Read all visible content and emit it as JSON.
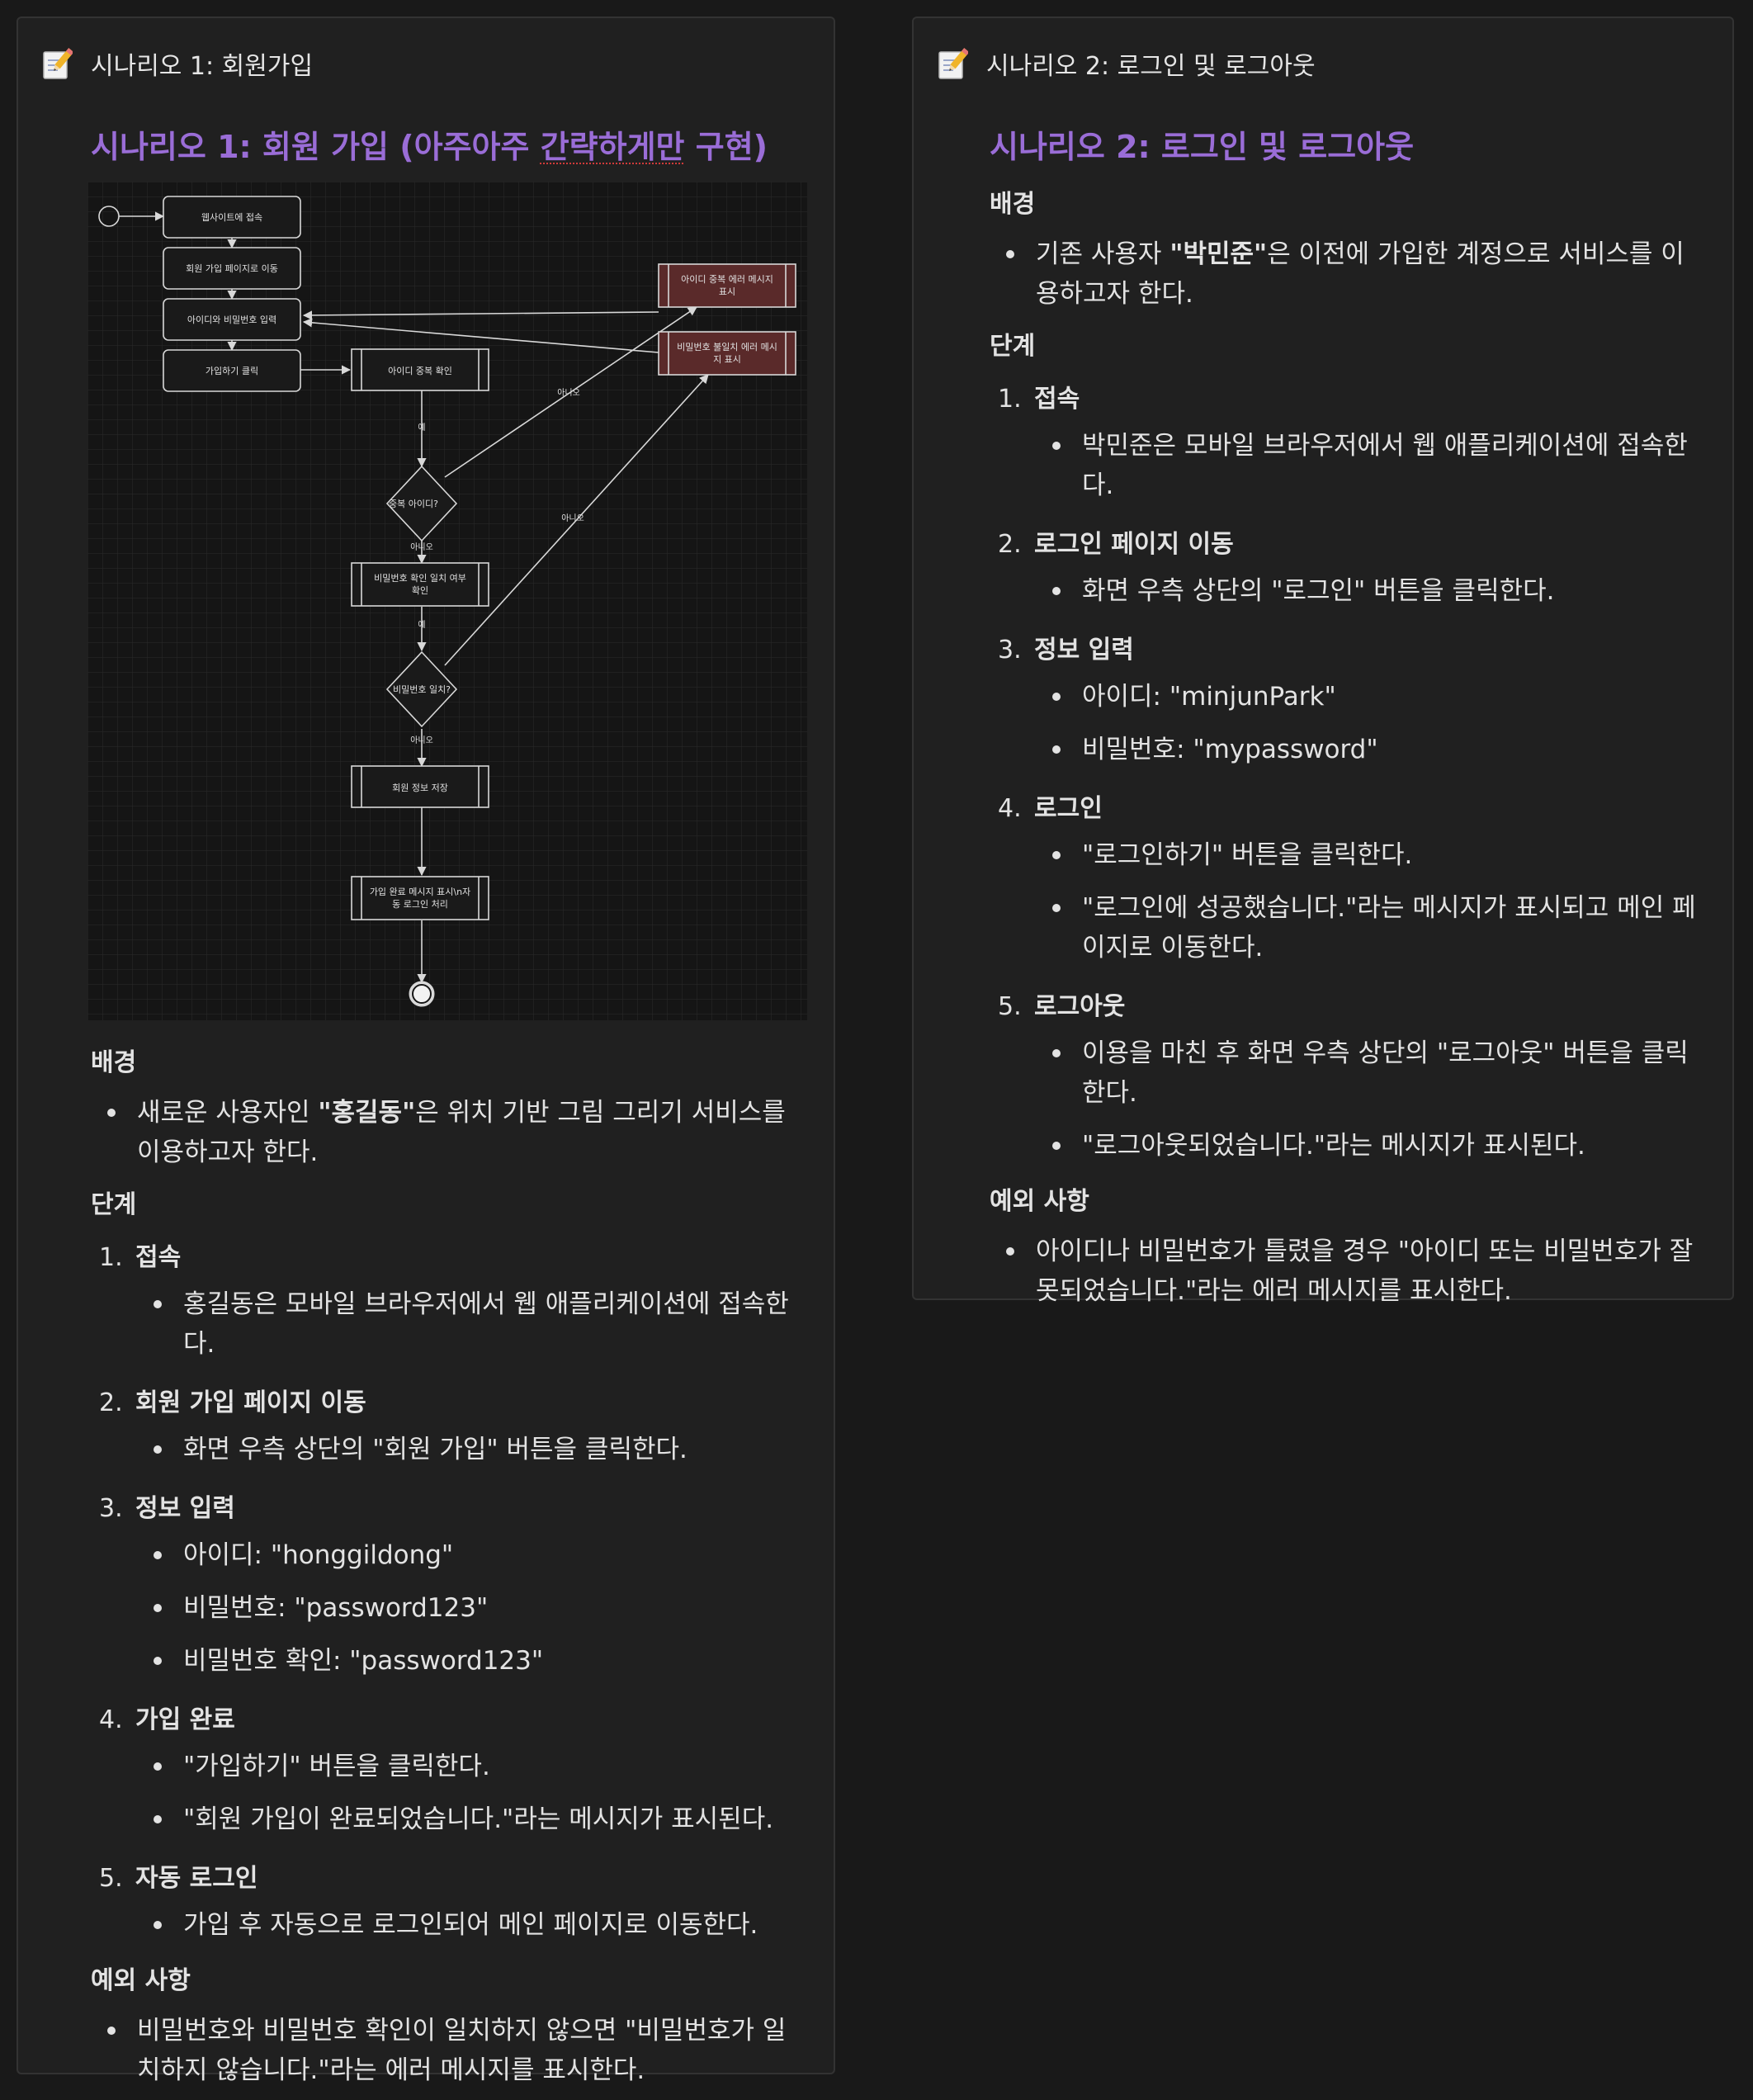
{
  "card1": {
    "header": "시나리오 1: 회원가입",
    "title": "시나리오 1: 회원 가입 (아주아주 간략하게만 구현)",
    "diagram": {
      "nodes": {
        "n1": "웹사이트에 접속",
        "n2": "회원 가입 페이지로 이동",
        "n3": "아이디와 비밀번호 입력",
        "n4": "가입하기 클릭",
        "n5": "아이디 중복 확인",
        "n6": "중복 아이디?",
        "n7": "비밀번호 확인 일치 여부 확인",
        "n8": "비밀번호 일치?",
        "n9": "회원 정보 저장",
        "n10": "가입 완료 메시지 표시\\n자동 로그인 처리",
        "e1": "아이디 중복 에러 메시지 표시",
        "e2": "비밀번호 불일치 에러 메시지 표시"
      },
      "labels": {
        "yes1": "예",
        "no1": "아니오",
        "no_dup": "아니오",
        "yes2": "예",
        "no2": "아니오",
        "no_pw": "아니오"
      }
    },
    "background_heading": "배경",
    "background_text_pre": "새로운 사용자인 ",
    "background_name": "\"홍길동\"",
    "background_text_post": "은 위치 기반 그림 그리기 서비스를 이용하고자 한다.",
    "steps_heading": "단계",
    "steps": [
      {
        "num": "1.",
        "title": "접속",
        "items": [
          "홍길동은 모바일 브라우저에서 웹 애플리케이션에 접속한다."
        ]
      },
      {
        "num": "2.",
        "title": "회원 가입 페이지 이동",
        "items": [
          "화면 우측 상단의 \"회원 가입\" 버튼을 클릭한다."
        ]
      },
      {
        "num": "3.",
        "title": "정보 입력",
        "items": [
          "아이디: \"honggildong\"",
          "비밀번호: \"password123\"",
          "비밀번호 확인: \"password123\""
        ]
      },
      {
        "num": "4.",
        "title": "가입 완료",
        "items": [
          "\"가입하기\" 버튼을 클릭한다.",
          "\"회원 가입이 완료되었습니다.\"라는 메시지가 표시된다."
        ]
      },
      {
        "num": "5.",
        "title": "자동 로그인",
        "items": [
          "가입 후 자동으로 로그인되어 메인 페이지로 이동한다."
        ]
      }
    ],
    "exceptions_heading": "예외 사항",
    "exceptions": [
      "비밀번호와 비밀번호 확인이 일치하지 않으면 \"비밀번호가 일치하지 않습니다.\"라는 에러 메시지를 표시한다."
    ]
  },
  "card2": {
    "header": "시나리오 2: 로그인 및 로그아웃",
    "title": "시나리오 2: 로그인 및 로그아웃",
    "background_heading": "배경",
    "background_text_pre": "기존 사용자 ",
    "background_name": "\"박민준\"",
    "background_text_post": "은 이전에 가입한 계정으로 서비스를 이용하고자 한다.",
    "steps_heading": "단계",
    "steps": [
      {
        "num": "1.",
        "title": "접속",
        "items": [
          "박민준은 모바일 브라우저에서 웹 애플리케이션에 접속한다."
        ]
      },
      {
        "num": "2.",
        "title": "로그인 페이지 이동",
        "items": [
          "화면 우측 상단의 \"로그인\" 버튼을 클릭한다."
        ]
      },
      {
        "num": "3.",
        "title": "정보 입력",
        "items": [
          "아이디: \"minjunPark\"",
          "비밀번호: \"mypassword\""
        ]
      },
      {
        "num": "4.",
        "title": "로그인",
        "items": [
          "\"로그인하기\" 버튼을 클릭한다.",
          "\"로그인에 성공했습니다.\"라는 메시지가 표시되고 메인 페이지로 이동한다."
        ]
      },
      {
        "num": "5.",
        "title": "로그아웃",
        "items": [
          "이용을 마친 후 화면 우측 상단의 \"로그아웃\" 버튼을 클릭한다.",
          "\"로그아웃되었습니다.\"라는 메시지가 표시된다."
        ]
      }
    ],
    "exceptions_heading": "예외 사항",
    "exceptions": [
      "아이디나 비밀번호가 틀렸을 경우 \"아이디 또는 비밀번호가 잘못되었습니다.\"라는 에러 메시지를 표시한다."
    ]
  },
  "icons": {
    "header_icon": "memo-pencil-icon"
  },
  "colors": {
    "accent": "#9a6dd7",
    "error_box": "#5a2a2a",
    "bg": "#191919",
    "card": "#202020"
  }
}
